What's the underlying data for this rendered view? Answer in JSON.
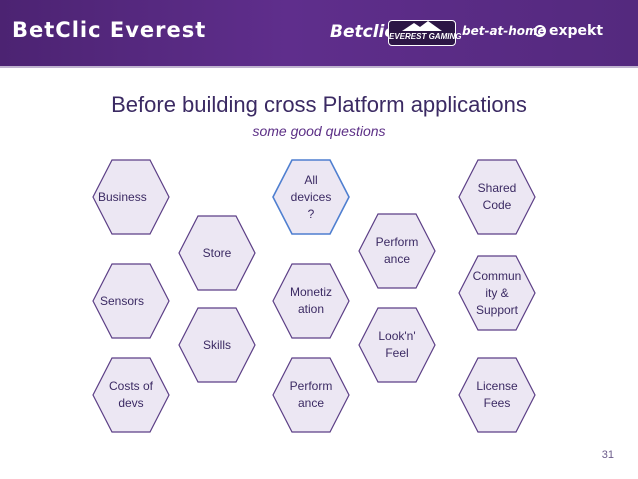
{
  "header": {
    "brand": "BetClic Everest",
    "logos": {
      "betclic": "Betclic",
      "everest": "EVEREST GAMING",
      "bet_at_home": "bet-at-home",
      "expekt": "expekt"
    }
  },
  "slide": {
    "title": "Before building cross Platform applications",
    "subtitle": "some good questions",
    "page_number": "31"
  },
  "hexagons": [
    {
      "label": "Business"
    },
    {
      "label": "Store"
    },
    {
      "label": "All devices ?"
    },
    {
      "label": "Perform ance"
    },
    {
      "label": "Shared Code"
    },
    {
      "label": "Sensors"
    },
    {
      "label": "Monetiz ation"
    },
    {
      "label": "Commun ity & Support"
    },
    {
      "label": "Skills"
    },
    {
      "label": "Look'n' Feel"
    },
    {
      "label": "Costs of devs"
    },
    {
      "label": "Perform ance"
    },
    {
      "label": "License Fees"
    }
  ],
  "colors": {
    "header": "#5f2e8c",
    "hex_fill": "#ece7f3",
    "hex_border": "#5c3f86",
    "highlight_border": "#4f7fd0",
    "title": "#3b2a63"
  }
}
